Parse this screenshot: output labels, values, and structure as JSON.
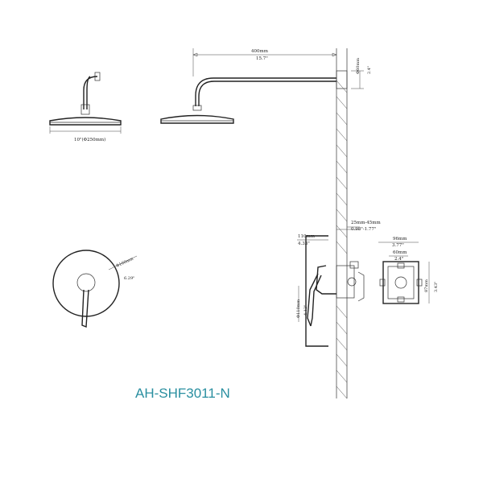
{
  "model": "AH-SHF3011-N",
  "dimensions": {
    "head_diameter": "10\"(Φ250mm)",
    "arm_length_mm": "400mm",
    "arm_length_in": "15.7\"",
    "flange_mm": "Φ60mm",
    "flange_in": "2.4\"",
    "wall_range_mm": "25mm-45mm",
    "wall_range_in": "0.98\"-1.77\"",
    "handle_depth_mm": "110mm",
    "handle_depth_in": "4.33\"",
    "handle_height_mm": "Φ110mm",
    "handle_height_in": "4.12\"",
    "trim_diameter_mm": "Φ160mm",
    "trim_diameter_in": "6.29\"",
    "valve_width_mm": "96mm",
    "valve_width_in": "3.77\"",
    "valve_inner_mm": "60mm",
    "valve_inner_in": "2.4\"",
    "valve_height_mm": "87mm",
    "valve_height_in": "3.43\""
  }
}
